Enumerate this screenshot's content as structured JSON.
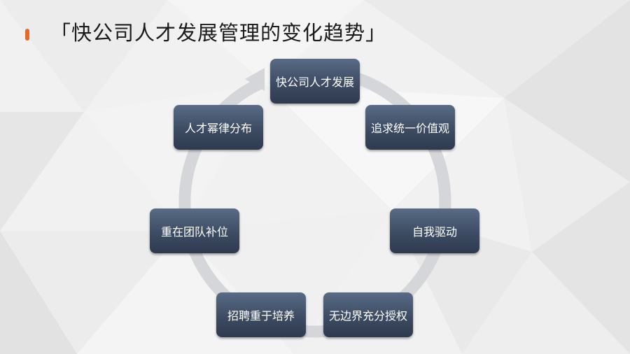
{
  "slide": {
    "title": "「快公司人才发展管理的变化趋势」",
    "accent_color": "#e46a2a"
  },
  "diagram": {
    "type": "cycle",
    "ring_color": "#d4d6da",
    "nodes": [
      {
        "label": "快公司人才发展"
      },
      {
        "label": "追求统一价值观"
      },
      {
        "label": "自我驱动"
      },
      {
        "label": "无边界充分授权"
      },
      {
        "label": "招聘重于培养"
      },
      {
        "label": "重在团队补位"
      },
      {
        "label": "人才幂律分布"
      }
    ]
  }
}
